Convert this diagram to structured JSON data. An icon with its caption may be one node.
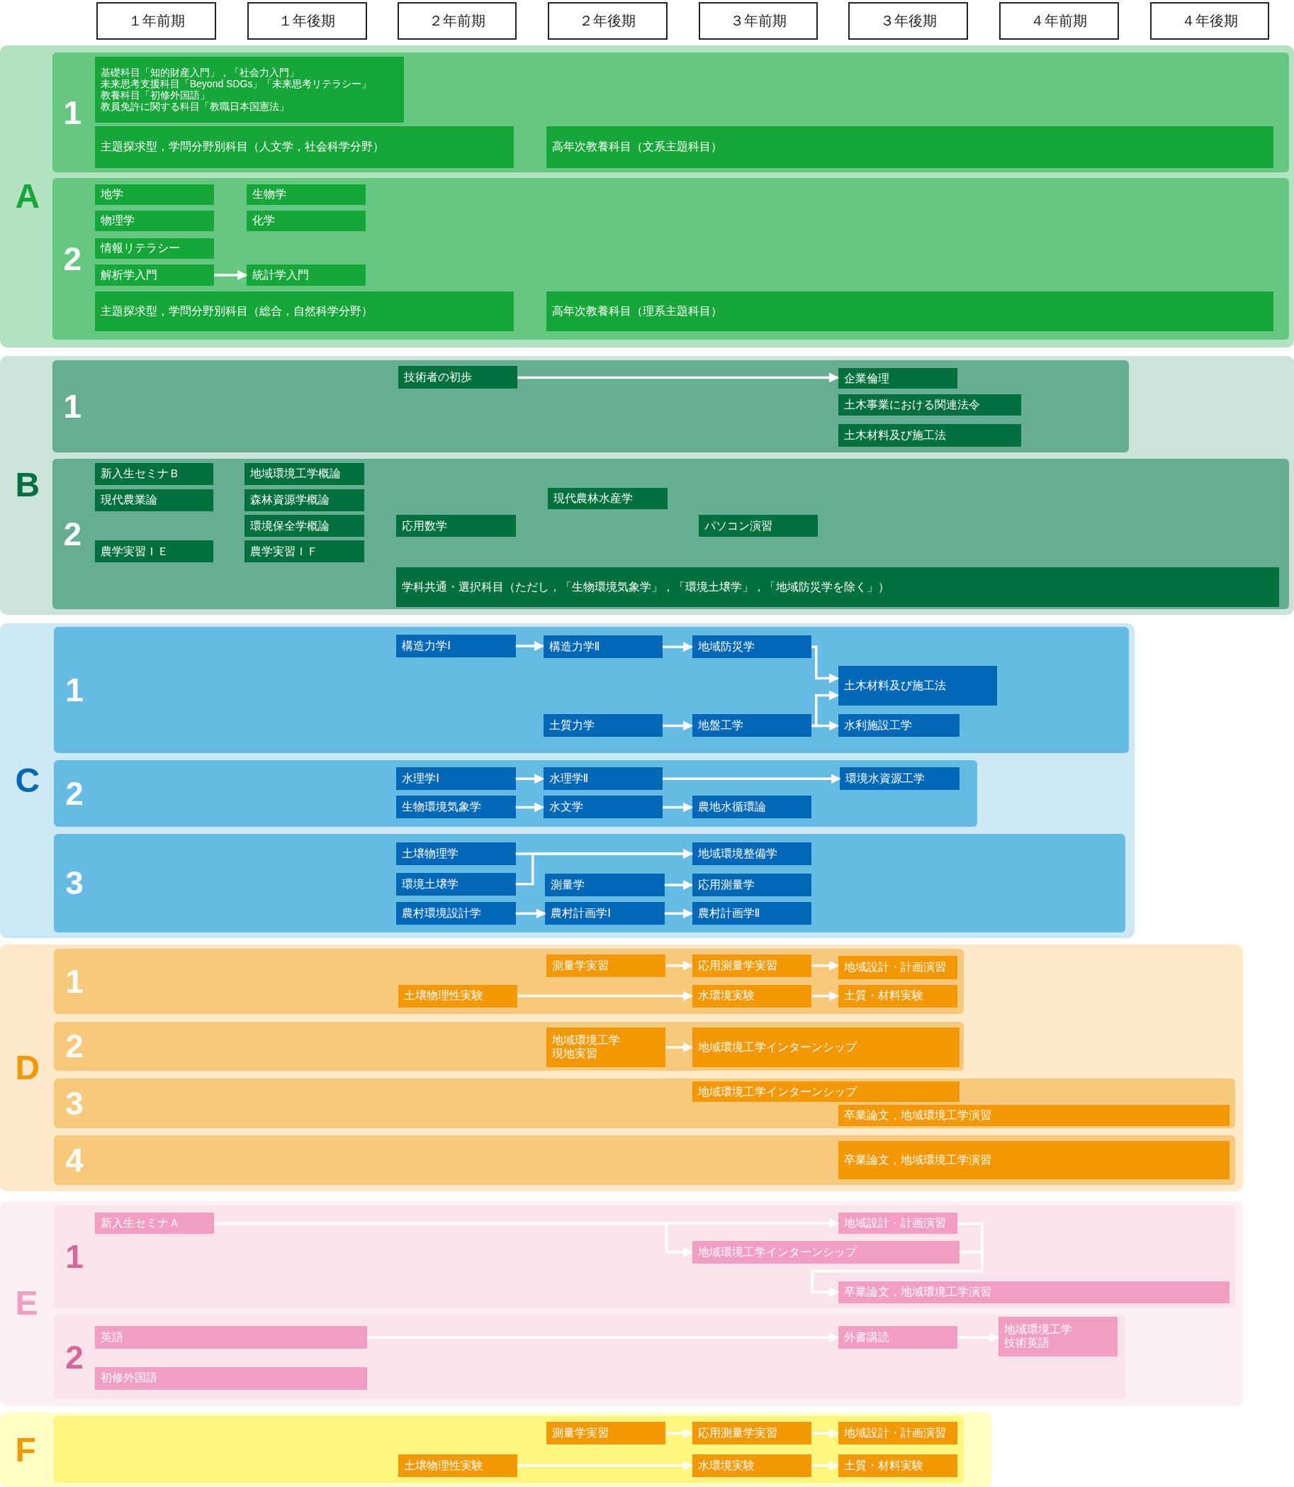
{
  "diagram": {
    "nodes": [
      {
        "text": [
          "１年前期"
        ]
      },
      {
        "text": [
          "１年後期"
        ]
      },
      {
        "text": [
          "２年前期"
        ]
      },
      {
        "text": [
          "２年後期"
        ]
      },
      {
        "text": [
          "３年前期"
        ]
      },
      {
        "text": [
          "３年後期"
        ]
      },
      {
        "text": [
          "４年前期"
        ]
      },
      {
        "text": [
          "４年後期"
        ]
      },
      {
        "text": [
          "A"
        ]
      },
      {
        "text": [
          "1"
        ],
        "in": 8
      },
      {
        "text": [
          "基礎科目「知的財産入門」，「社会力入門」",
          "未来思考支援科目「Beyond SDGs」「未来思考リテラシー」",
          "教養科目「初修外国語」",
          "教員免許に関する科目「教職日本国憲法」"
        ],
        "in": 9
      },
      {
        "text": [
          "主題探求型，学問分野別科目（人文学，社会科学分野）"
        ],
        "in": 9
      },
      {
        "text": [
          "高年次教養科目（文系主題科目）"
        ],
        "in": 9
      },
      {
        "text": [
          "2"
        ],
        "in": 8
      },
      {
        "text": [
          "地学"
        ],
        "in": 13
      },
      {
        "text": [
          "生物学"
        ],
        "in": 13
      },
      {
        "text": [
          "物理学"
        ],
        "in": 13
      },
      {
        "text": [
          "化学"
        ],
        "in": 13
      },
      {
        "text": [
          "情報リテラシー"
        ],
        "in": 13
      },
      {
        "text": [
          "解析学入門"
        ],
        "in": 13
      },
      {
        "text": [
          "統計学入門"
        ],
        "in": 13
      },
      {
        "text": [
          "主題探求型，学問分野別科目（総合，自然科学分野）"
        ],
        "in": 13
      },
      {
        "text": [
          "高年次教養科目（理系主題科目）"
        ],
        "in": 13
      },
      {
        "text": [
          "B"
        ]
      },
      {
        "text": [
          "1"
        ],
        "in": 23
      },
      {
        "text": [
          "技術者の初歩"
        ],
        "in": 24
      },
      {
        "text": [
          "企業倫理"
        ],
        "in": 24
      },
      {
        "text": [
          "土木事業における関連法令"
        ],
        "in": 24
      },
      {
        "text": [
          "土木材料及び施工法"
        ],
        "in": 24
      },
      {
        "text": [
          "2"
        ],
        "in": 23
      },
      {
        "text": [
          "新入生セミナＢ"
        ],
        "in": 29
      },
      {
        "text": [
          "地域環境工学概論"
        ],
        "in": 29
      },
      {
        "text": [
          "現代農業論"
        ],
        "in": 29
      },
      {
        "text": [
          "森林資源学概論"
        ],
        "in": 29
      },
      {
        "text": [
          "現代農林水産学"
        ],
        "in": 29
      },
      {
        "text": [
          "環境保全学概論"
        ],
        "in": 29
      },
      {
        "text": [
          "応用数学"
        ],
        "in": 29
      },
      {
        "text": [
          "パソコン演習"
        ],
        "in": 29
      },
      {
        "text": [
          "農学実習ＩＥ"
        ],
        "in": 29
      },
      {
        "text": [
          "農学実習ＩＦ"
        ],
        "in": 29
      },
      {
        "text": [
          "学科共通・選択科目（ただし，「生物環境気象学」，「環境土壌学」，「地域防災学を除く」）"
        ],
        "in": 29
      },
      {
        "text": [
          "C"
        ]
      },
      {
        "text": [
          "1"
        ],
        "in": 41
      },
      {
        "text": [
          "構造力学Ⅰ"
        ],
        "in": 42
      },
      {
        "text": [
          "構造力学Ⅱ"
        ],
        "in": 42
      },
      {
        "text": [
          "地域防災学"
        ],
        "in": 42
      },
      {
        "text": [
          "土木材料及び施工法"
        ],
        "in": 42
      },
      {
        "text": [
          "土質力学"
        ],
        "in": 42
      },
      {
        "text": [
          "地盤工学"
        ],
        "in": 42
      },
      {
        "text": [
          "水利施設工学"
        ],
        "in": 42
      },
      {
        "text": [
          "2"
        ],
        "in": 41
      },
      {
        "text": [
          "水理学Ⅰ"
        ],
        "in": 50
      },
      {
        "text": [
          "水理学Ⅱ"
        ],
        "in": 50
      },
      {
        "text": [
          "環境水資源工学"
        ],
        "in": 50
      },
      {
        "text": [
          "生物環境気象学"
        ],
        "in": 50
      },
      {
        "text": [
          "水文学"
        ],
        "in": 50
      },
      {
        "text": [
          "農地水循環論"
        ],
        "in": 50
      },
      {
        "text": [
          "3"
        ],
        "in": 41
      },
      {
        "text": [
          "土壌物理学"
        ],
        "in": 57
      },
      {
        "text": [
          "地域環境整備学"
        ],
        "in": 57
      },
      {
        "text": [
          "環境土壌学"
        ],
        "in": 57
      },
      {
        "text": [
          "測量学"
        ],
        "in": 57
      },
      {
        "text": [
          "応用測量学"
        ],
        "in": 57
      },
      {
        "text": [
          "農村環境設計学"
        ],
        "in": 57
      },
      {
        "text": [
          "農村計画学Ⅰ"
        ],
        "in": 57
      },
      {
        "text": [
          "農村計画学Ⅱ"
        ],
        "in": 57
      },
      {
        "text": [
          "D"
        ]
      },
      {
        "text": [
          "1"
        ],
        "in": 66
      },
      {
        "text": [
          "測量学実習"
        ],
        "in": 67
      },
      {
        "text": [
          "応用測量学実習"
        ],
        "in": 67
      },
      {
        "text": [
          "地域設計・計画演習"
        ],
        "in": 67
      },
      {
        "text": [
          "土壌物理性実験"
        ],
        "in": 67
      },
      {
        "text": [
          "水環境実験"
        ],
        "in": 67
      },
      {
        "text": [
          "土質・材料実験"
        ],
        "in": 67
      },
      {
        "text": [
          "2"
        ],
        "in": 66
      },
      {
        "text": [
          "地域環境工学現地実習"
        ],
        "in": 74
      },
      {
        "text": [
          "地域環境工学インターンシップ"
        ],
        "in": 74
      },
      {
        "text": [
          "3"
        ],
        "in": 66
      },
      {
        "text": [
          "地域環境工学インターンシップ"
        ],
        "in": 77
      },
      {
        "text": [
          "卒業論文，地域環境工学演習"
        ],
        "in": 77
      },
      {
        "text": [
          "4"
        ],
        "in": 66
      },
      {
        "text": [
          "卒業論文，地域環境工学演習"
        ],
        "in": 80
      },
      {
        "text": [
          "E"
        ]
      },
      {
        "text": [
          "1"
        ],
        "in": 82
      },
      {
        "text": [
          "新入生セミナＡ"
        ],
        "in": 83
      },
      {
        "text": [
          "地域設計・計画演習"
        ],
        "in": 83
      },
      {
        "text": [
          "地域環境工学インターンシップ"
        ],
        "in": 83
      },
      {
        "text": [
          "卒業論文，地域環境工学演習"
        ],
        "in": 83
      },
      {
        "text": [
          "2"
        ],
        "in": 82
      },
      {
        "text": [
          "英語"
        ],
        "in": 88
      },
      {
        "text": [
          "外書講読"
        ],
        "in": 88
      },
      {
        "text": [
          "地域環境工学技術英語"
        ],
        "in": 88
      },
      {
        "text": [
          "初修外国語"
        ],
        "in": 88
      },
      {
        "text": [
          "F"
        ]
      },
      {
        "text": [],
        "shape": "box",
        "in": 93
      },
      {
        "text": [
          "測量学実習"
        ],
        "in": 94
      },
      {
        "text": [
          "応用測量学実習"
        ],
        "in": 94
      },
      {
        "text": [
          "地域設計・計画演習"
        ],
        "in": 94
      },
      {
        "text": [
          "土壌物理性実験"
        ],
        "in": 94
      },
      {
        "text": [
          "水環境実験"
        ],
        "in": 94
      },
      {
        "text": [
          "土質・材料実験"
        ],
        "in": 94
      }
    ],
    "edges": [
      {
        "from": 19,
        "to": 20,
        "arrow": "to"
      },
      {
        "from": 25,
        "to": 26,
        "arrow": "to"
      },
      {
        "from": 43,
        "to": 44,
        "arrow": "to"
      },
      {
        "from": 44,
        "to": 45,
        "arrow": "to"
      },
      {
        "from": 45,
        "to": 46,
        "arrow": "to"
      },
      {
        "from": 47,
        "to": 48,
        "arrow": "to"
      },
      {
        "from": 48,
        "to": 46,
        "arrow": "to"
      },
      {
        "from": 48,
        "to": 49,
        "arrow": "to"
      },
      {
        "from": 51,
        "to": 52,
        "arrow": "to"
      },
      {
        "from": 52,
        "to": 53,
        "arrow": "to"
      },
      {
        "from": 54,
        "to": 55,
        "arrow": "to"
      },
      {
        "from": 55,
        "to": 56,
        "arrow": "to"
      },
      {
        "from": 58,
        "to": 59,
        "arrow": "to"
      },
      {
        "from": 60,
        "to": 59,
        "arrow": "to"
      },
      {
        "from": 61,
        "to": 62,
        "arrow": "to"
      },
      {
        "from": 63,
        "to": 64,
        "arrow": "to"
      },
      {
        "from": 64,
        "to": 65,
        "arrow": "to"
      },
      {
        "from": 68,
        "to": 69,
        "arrow": "to"
      },
      {
        "from": 69,
        "to": 70,
        "arrow": "to"
      },
      {
        "from": 71,
        "to": 72,
        "arrow": "to"
      },
      {
        "from": 72,
        "to": 73,
        "arrow": "to"
      },
      {
        "from": 75,
        "to": 76,
        "arrow": "to"
      },
      {
        "from": 84,
        "to": 85,
        "arrow": "to"
      },
      {
        "from": 84,
        "to": 86,
        "arrow": "to"
      },
      {
        "from": 85,
        "to": 87,
        "arrow": "to"
      },
      {
        "from": 86,
        "to": 87,
        "arrow": "to"
      },
      {
        "from": 89,
        "to": 90,
        "arrow": "to"
      },
      {
        "from": 90,
        "to": 91,
        "arrow": "to"
      },
      {
        "from": 95,
        "to": 96,
        "arrow": "to"
      },
      {
        "from": 96,
        "to": 97,
        "arrow": "to"
      },
      {
        "from": 98,
        "to": 99,
        "arrow": "to"
      },
      {
        "from": 99,
        "to": 100,
        "arrow": "to"
      }
    ]
  }
}
